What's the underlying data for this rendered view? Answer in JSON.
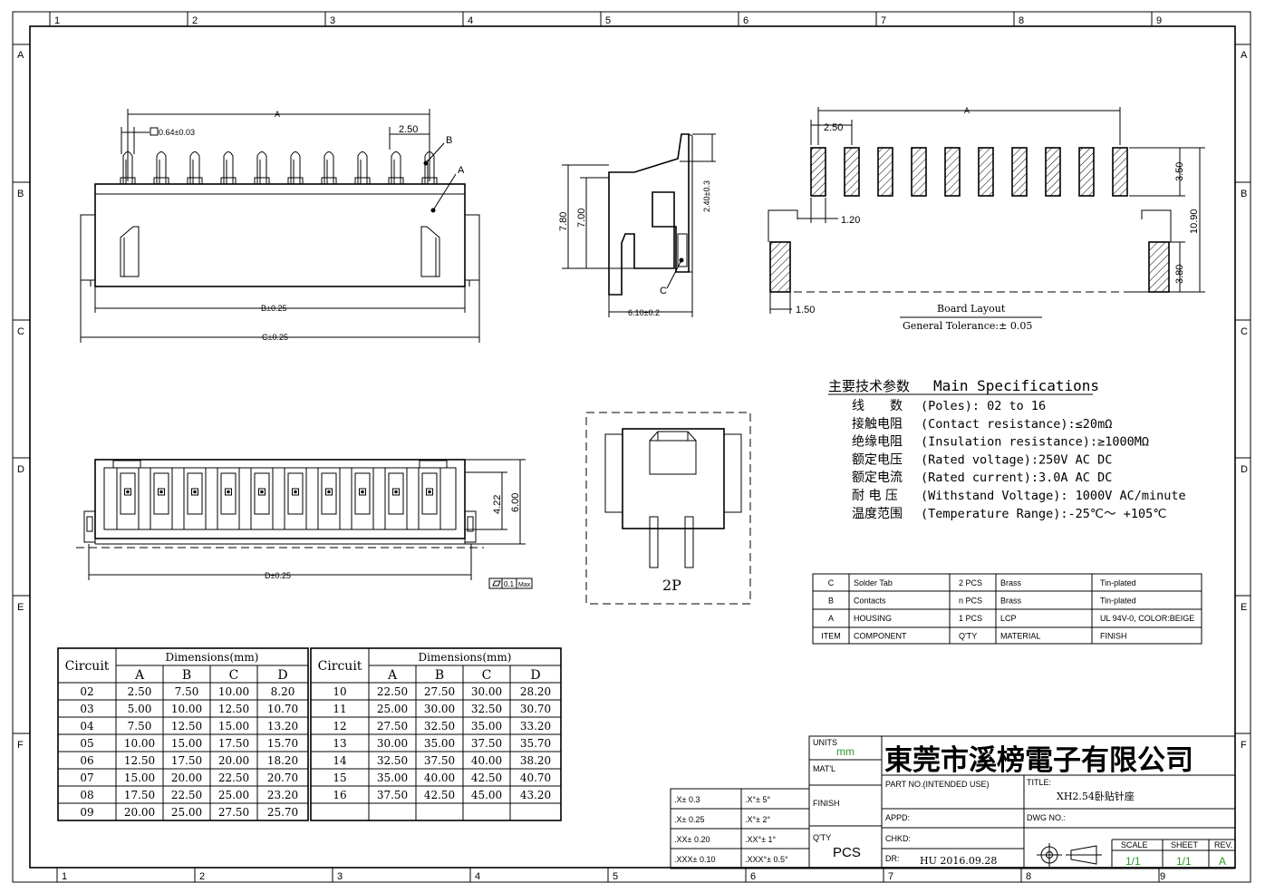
{
  "frame": {
    "col_labels": [
      "1",
      "2",
      "3",
      "4",
      "5",
      "6",
      "7",
      "8",
      "9"
    ],
    "row_labels": [
      "A",
      "B",
      "C",
      "D",
      "E",
      "F"
    ]
  },
  "front_view": {
    "dim_a": "A",
    "dim_pitch": "2.50",
    "pin_size": "0.64±0.03",
    "callout_b": "B",
    "callout_a": "A",
    "dim_b": "B±0.25",
    "dim_c": "C±0.25"
  },
  "side_view": {
    "dim_height_total": "7.80",
    "dim_height_body": "7.00",
    "dim_pin": "2.40±0.3",
    "dim_depth": "6.10±0.2",
    "callout_c": "C"
  },
  "board_layout": {
    "dim_a": "A",
    "dim_pitch": "2.50",
    "dim_pad_width": "1.20",
    "dim_pad_len": "3.50",
    "dim_total": "10.90",
    "dim_tab": "3.80",
    "dim_tab_width": "1.50",
    "title": "Board Layout",
    "tolerance": "General Tolerance:± 0.05"
  },
  "bottom_view": {
    "dim_422": "4.22",
    "dim_600": "6.00",
    "dim_d": "D±0.25",
    "flatness_value": "0.1",
    "flatness_note": "Max"
  },
  "end_view": {
    "label": "2P"
  },
  "specs": {
    "title_cn": "主要技术参数",
    "title_en": "Main Specifications",
    "rows": [
      {
        "cn": "线　　数",
        "en": "(Poles): 02 to 16"
      },
      {
        "cn": "接触电阻",
        "en": "(Contact resistance):≤20mΩ"
      },
      {
        "cn": "绝缘电阻",
        "en": "(Insulation resistance):≥1000MΩ"
      },
      {
        "cn": "额定电压",
        "en": "(Rated voltage):250V AC DC"
      },
      {
        "cn": "额定电流",
        "en": "(Rated current):3.0A AC DC"
      },
      {
        "cn": "耐 电 压",
        "en": "(Withstand Voltage): 1000V AC/minute"
      },
      {
        "cn": "温度范围",
        "en": "(Temperature Range):-25℃～ +105℃"
      }
    ]
  },
  "bom": {
    "rows": [
      [
        "C",
        "Solder Tab",
        "2 PCS",
        "Brass",
        "Tin-plated"
      ],
      [
        "B",
        "Contacts",
        "n PCS",
        "Brass",
        "Tin-plated"
      ],
      [
        "A",
        "HOUSING",
        "1 PCS",
        "LCP",
        "UL 94V-0, COLOR:BEIGE"
      ],
      [
        "ITEM",
        "COMPONENT",
        "Q'TY",
        "MATERIAL",
        "FINISH"
      ]
    ]
  },
  "dimensions_table": {
    "circuit_label": "Circuit",
    "dimensions_label": "Dimensions(mm)",
    "cols": [
      "A",
      "B",
      "C",
      "D"
    ],
    "left_rows": [
      [
        "02",
        "2.50",
        "7.50",
        "10.00",
        "8.20"
      ],
      [
        "03",
        "5.00",
        "10.00",
        "12.50",
        "10.70"
      ],
      [
        "04",
        "7.50",
        "12.50",
        "15.00",
        "13.20"
      ],
      [
        "05",
        "10.00",
        "15.00",
        "17.50",
        "15.70"
      ],
      [
        "06",
        "12.50",
        "17.50",
        "20.00",
        "18.20"
      ],
      [
        "07",
        "15.00",
        "20.00",
        "22.50",
        "20.70"
      ],
      [
        "08",
        "17.50",
        "22.50",
        "25.00",
        "23.20"
      ],
      [
        "09",
        "20.00",
        "25.00",
        "27.50",
        "25.70"
      ]
    ],
    "right_rows": [
      [
        "10",
        "22.50",
        "27.50",
        "30.00",
        "28.20"
      ],
      [
        "11",
        "25.00",
        "30.00",
        "32.50",
        "30.70"
      ],
      [
        "12",
        "27.50",
        "32.50",
        "35.00",
        "33.20"
      ],
      [
        "13",
        "30.00",
        "35.00",
        "37.50",
        "35.70"
      ],
      [
        "14",
        "32.50",
        "37.50",
        "40.00",
        "38.20"
      ],
      [
        "15",
        "35.00",
        "40.00",
        "42.50",
        "40.70"
      ],
      [
        "16",
        "37.50",
        "42.50",
        "45.00",
        "43.20"
      ]
    ]
  },
  "tolerances": {
    "rows": [
      [
        ".X± 0.3",
        ".X°± 5°"
      ],
      [
        ".X± 0.25",
        ".X°± 2°"
      ],
      [
        ".XX± 0.20",
        ".XX°± 1°"
      ],
      [
        ".XXX± 0.10",
        ".XXX°± 0.5°"
      ]
    ]
  },
  "title_block": {
    "units_label": "UNITS",
    "units_value": "mm",
    "matl_label": "MAT'L",
    "finish_label": "FINISH",
    "qty_label": "Q'TY",
    "qty_value": "PCS",
    "company": "東莞市溪榜電子有限公司",
    "part_no_label": "PART NO.(INTENDED USE)",
    "title_label": "TITLE:",
    "title_value": "XH2.54卧贴针座",
    "appd_label": "APPD:",
    "dwg_no_label": "DWG NO.:",
    "chkd_label": "CHKD:",
    "dr_label": "DR:",
    "dr_value": "HU 2016.09.28",
    "scale_label": "SCALE",
    "scale_value": "1/1",
    "sheet_label": "SHEET",
    "sheet_value": "1/1",
    "rev_label": "REV.",
    "rev_value": "A"
  }
}
